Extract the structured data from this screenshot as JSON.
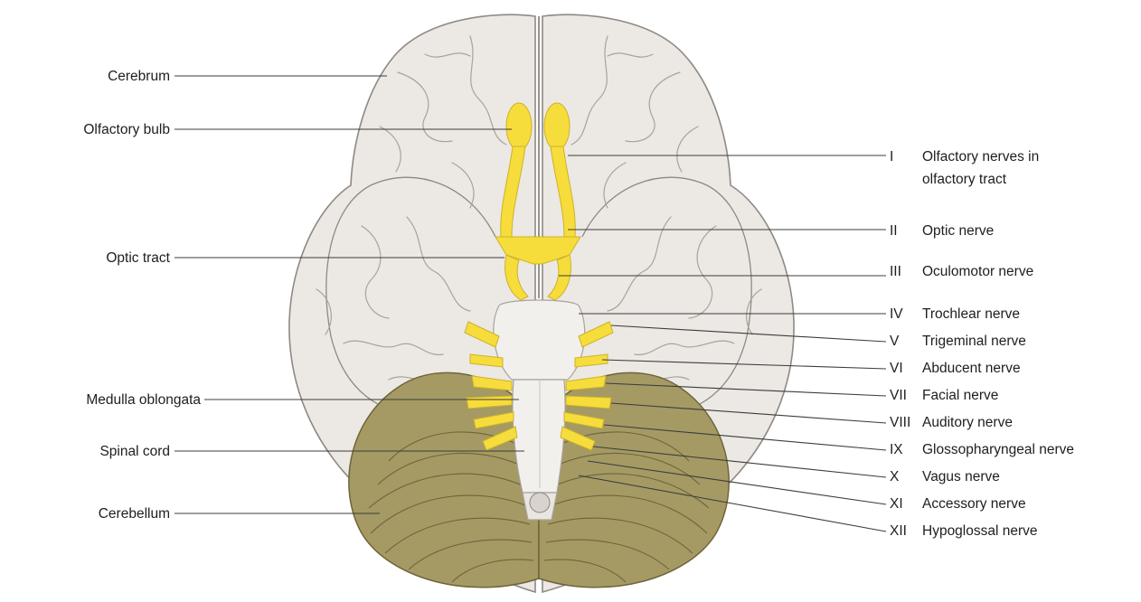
{
  "left_labels": [
    {
      "id": "cerebrum",
      "text": "Cerebrum"
    },
    {
      "id": "olfactory-bulb",
      "text": "Olfactory bulb"
    },
    {
      "id": "optic-tract",
      "text": "Optic tract"
    },
    {
      "id": "medulla-oblongata",
      "text": "Medulla oblongata"
    },
    {
      "id": "spinal-cord",
      "text": "Spinal cord"
    },
    {
      "id": "cerebellum",
      "text": "Cerebellum"
    }
  ],
  "cranial_nerves": [
    {
      "numeral": "I",
      "name_lines": [
        "Olfactory nerves in",
        "olfactory tract"
      ]
    },
    {
      "numeral": "II",
      "name_lines": [
        "Optic nerve"
      ]
    },
    {
      "numeral": "III",
      "name_lines": [
        "Oculomotor nerve"
      ]
    },
    {
      "numeral": "IV",
      "name_lines": [
        "Trochlear nerve"
      ]
    },
    {
      "numeral": "V",
      "name_lines": [
        "Trigeminal nerve"
      ]
    },
    {
      "numeral": "VI",
      "name_lines": [
        "Abducent nerve"
      ]
    },
    {
      "numeral": "VII",
      "name_lines": [
        "Facial nerve"
      ]
    },
    {
      "numeral": "VIII",
      "name_lines": [
        "Auditory nerve"
      ]
    },
    {
      "numeral": "IX",
      "name_lines": [
        "Glossopharyngeal nerve"
      ]
    },
    {
      "numeral": "X",
      "name_lines": [
        "Vagus nerve"
      ]
    },
    {
      "numeral": "XI",
      "name_lines": [
        "Accessory nerve"
      ]
    },
    {
      "numeral": "XII",
      "name_lines": [
        "Hypoglossal nerve"
      ]
    }
  ],
  "colors": {
    "cerebrum_fill": "#ece8e4",
    "cerebrum_outline": "#8f8984",
    "cerebellum_fill": "#a59a64",
    "nerve_yellow": "#f7dd3c",
    "brainstem": "#f2f0ed"
  }
}
